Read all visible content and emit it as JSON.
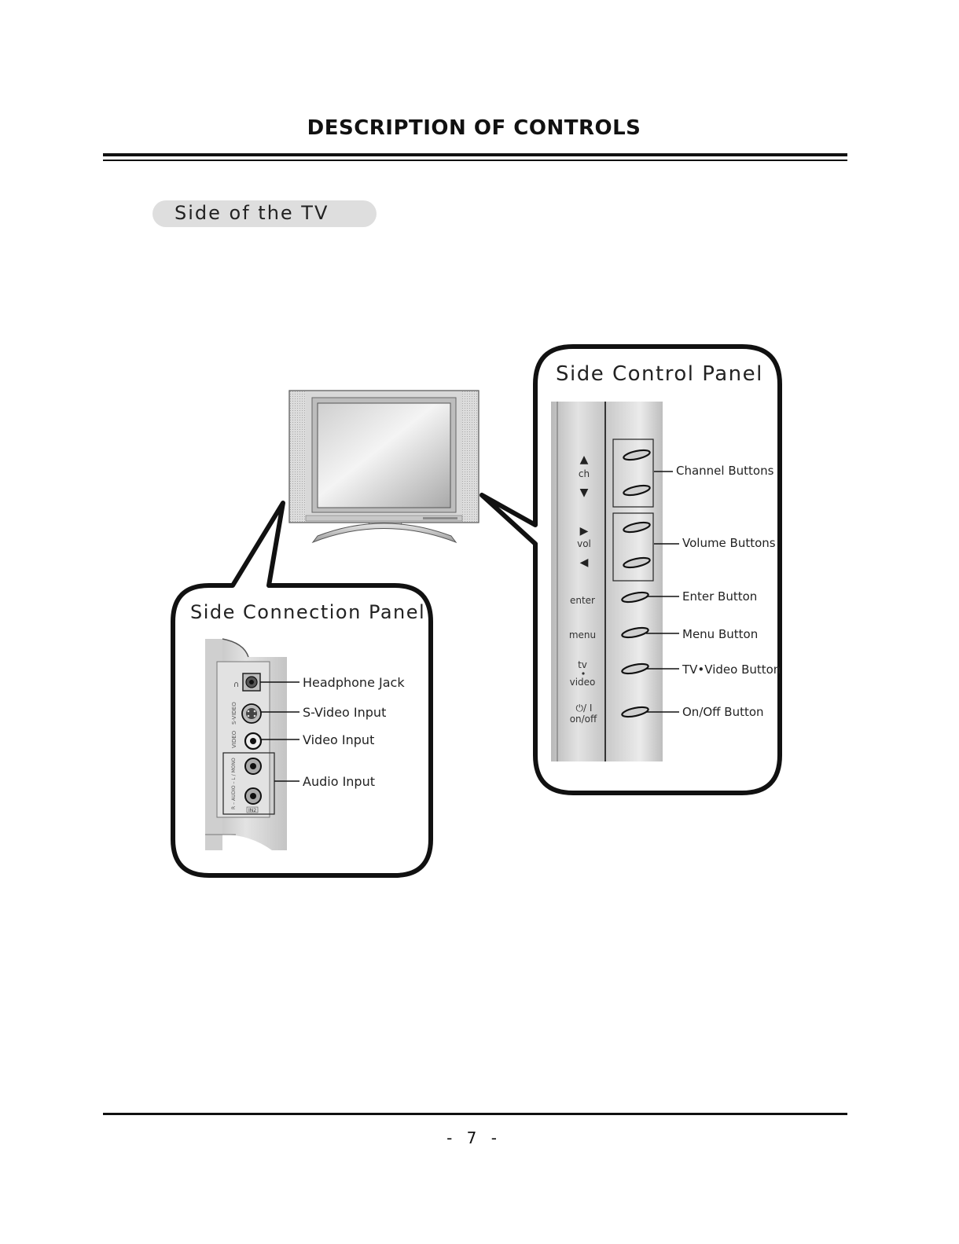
{
  "page": {
    "title": "DESCRIPTION OF CONTROLS",
    "section": "Side of the TV",
    "page_number": "- 7 -"
  },
  "control_panel": {
    "heading": "Side Control Panel",
    "button_labels": {
      "ch": "ch",
      "vol": "vol",
      "enter": "enter",
      "menu": "menu",
      "tv": "tv",
      "video": "video",
      "power_symbol": "⏻/ I",
      "onoff": "on/off"
    },
    "callouts": {
      "channel": "Channel Buttons",
      "volume": "Volume Buttons",
      "enter": "Enter Button",
      "menu": "Menu Button",
      "tv_video": "TV•Video Button",
      "onoff": "On/Off Button"
    }
  },
  "connection_panel": {
    "heading": "Side Connection Panel",
    "jack_labels": {
      "s_video": "S-VIDEO",
      "video": "VIDEO",
      "audio": "R – AUDIO – L / MONO",
      "in2": "IN2"
    },
    "callouts": {
      "headphone": "Headphone Jack",
      "s_video": "S-Video Input",
      "video": "Video Input",
      "audio": "Audio Input"
    }
  },
  "colors": {
    "panel_gray": "#d3d3d3",
    "bubble_stroke": "#111111"
  }
}
